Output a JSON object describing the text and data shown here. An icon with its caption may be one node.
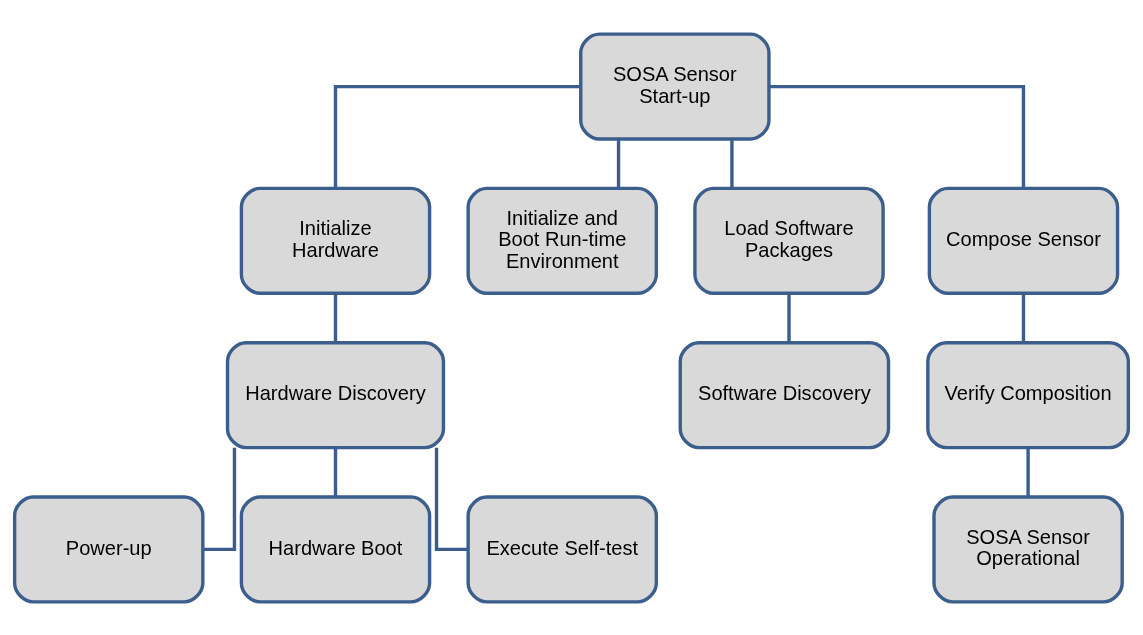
{
  "diagram": {
    "nodes": [
      {
        "text": [
          "SOSA Sensor Start-up"
        ]
      },
      {
        "text": [
          "Initialize Hardware"
        ]
      },
      {
        "text": [
          "Initialize and Boot Run-time Environment"
        ]
      },
      {
        "text": [
          "Load Software Packages"
        ]
      },
      {
        "text": [
          "Compose Sensor"
        ]
      },
      {
        "text": [
          "Hardware Discovery"
        ]
      },
      {
        "text": [
          "Software Discovery"
        ]
      },
      {
        "text": [
          "Verify Composition"
        ]
      },
      {
        "text": [
          "Power-up"
        ]
      },
      {
        "text": [
          "Hardware Boot"
        ]
      },
      {
        "text": [
          "Execute Self-test"
        ]
      },
      {
        "text": [
          "SOSA Sensor Operational"
        ]
      }
    ],
    "edges": [
      {
        "from": 0,
        "to": 1,
        "arrow": "none"
      },
      {
        "from": 0,
        "to": 2,
        "arrow": "none"
      },
      {
        "from": 0,
        "to": 3,
        "arrow": "none"
      },
      {
        "from": 0,
        "to": 4,
        "arrow": "none"
      },
      {
        "from": 1,
        "to": 5,
        "arrow": "none"
      },
      {
        "from": 3,
        "to": 6,
        "arrow": "none"
      },
      {
        "from": 4,
        "to": 7,
        "arrow": "none"
      },
      {
        "from": 5,
        "to": 8,
        "arrow": "none"
      },
      {
        "from": 5,
        "to": 9,
        "arrow": "none"
      },
      {
        "from": 5,
        "to": 10,
        "arrow": "none"
      },
      {
        "from": 7,
        "to": 11,
        "arrow": "none"
      }
    ]
  }
}
